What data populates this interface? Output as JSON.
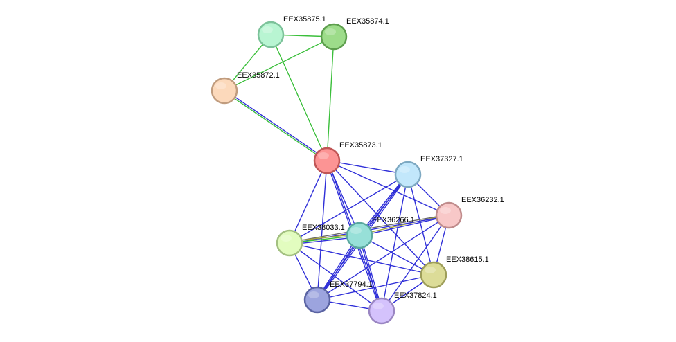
{
  "network": {
    "edge_colors": {
      "blue": "#2f2fd8",
      "green": "#3bbf3b",
      "olive": "#a4a43a",
      "gray": "#6a6a6a"
    },
    "nodes": [
      {
        "id": "EEX35875.1",
        "label": "EEX35875.1",
        "fill": "#b8f5d2",
        "stroke": "#7cc29a"
      },
      {
        "id": "EEX35874.1",
        "label": "EEX35874.1",
        "fill": "#9ddc8a",
        "stroke": "#5d9e4d"
      },
      {
        "id": "EEX35872.1",
        "label": "EEX35872.1",
        "fill": "#fcd9bb",
        "stroke": "#c09c7e"
      },
      {
        "id": "EEX35873.1",
        "label": "EEX35873.1",
        "fill": "#fc9494",
        "stroke": "#c05555"
      },
      {
        "id": "EEX37327.1",
        "label": "EEX37327.1",
        "fill": "#c2e7fb",
        "stroke": "#7ea9c2"
      },
      {
        "id": "EEX36232.1",
        "label": "EEX36232.1",
        "fill": "#f8c8c8",
        "stroke": "#c08c8c"
      },
      {
        "id": "EEX36266.1",
        "label": "EEX36266.1",
        "fill": "#97e0d8",
        "stroke": "#5aa89f"
      },
      {
        "id": "EEX38033.1",
        "label": "EEX38033.1",
        "fill": "#e2fcbf",
        "stroke": "#a3c081"
      },
      {
        "id": "EEX38615.1",
        "label": "EEX38615.1",
        "fill": "#dcdc98",
        "stroke": "#9e9e5a"
      },
      {
        "id": "EEX37794.1",
        "label": "EEX37794.1",
        "fill": "#9ca4de",
        "stroke": "#5a63a2"
      },
      {
        "id": "EEX37824.1",
        "label": "EEX37824.1",
        "fill": "#d4c2fc",
        "stroke": "#9a86c2"
      }
    ],
    "edges": [
      {
        "source": "EEX35875.1",
        "target": "EEX35874.1",
        "colors": [
          "green"
        ]
      },
      {
        "source": "EEX35875.1",
        "target": "EEX35872.1",
        "colors": [
          "green"
        ]
      },
      {
        "source": "EEX35875.1",
        "target": "EEX35873.1",
        "colors": [
          "green"
        ]
      },
      {
        "source": "EEX35874.1",
        "target": "EEX35872.1",
        "colors": [
          "green"
        ]
      },
      {
        "source": "EEX35874.1",
        "target": "EEX35873.1",
        "colors": [
          "green"
        ]
      },
      {
        "source": "EEX35872.1",
        "target": "EEX35873.1",
        "colors": [
          "blue",
          "green"
        ]
      },
      {
        "source": "EEX35873.1",
        "target": "EEX37327.1",
        "colors": [
          "blue"
        ]
      },
      {
        "source": "EEX35873.1",
        "target": "EEX36232.1",
        "colors": [
          "blue"
        ]
      },
      {
        "source": "EEX35873.1",
        "target": "EEX36266.1",
        "colors": [
          "blue"
        ]
      },
      {
        "source": "EEX35873.1",
        "target": "EEX38033.1",
        "colors": [
          "blue"
        ]
      },
      {
        "source": "EEX35873.1",
        "target": "EEX38615.1",
        "colors": [
          "blue"
        ]
      },
      {
        "source": "EEX35873.1",
        "target": "EEX37794.1",
        "colors": [
          "blue"
        ]
      },
      {
        "source": "EEX35873.1",
        "target": "EEX37824.1",
        "colors": [
          "blue",
          "blue"
        ]
      },
      {
        "source": "EEX37327.1",
        "target": "EEX36232.1",
        "colors": [
          "blue"
        ]
      },
      {
        "source": "EEX37327.1",
        "target": "EEX36266.1",
        "colors": [
          "blue",
          "blue"
        ]
      },
      {
        "source": "EEX37327.1",
        "target": "EEX38033.1",
        "colors": [
          "blue"
        ]
      },
      {
        "source": "EEX37327.1",
        "target": "EEX38615.1",
        "colors": [
          "blue"
        ]
      },
      {
        "source": "EEX37327.1",
        "target": "EEX37794.1",
        "colors": [
          "blue",
          "blue"
        ]
      },
      {
        "source": "EEX37327.1",
        "target": "EEX37824.1",
        "colors": [
          "blue"
        ]
      },
      {
        "source": "EEX36232.1",
        "target": "EEX36266.1",
        "colors": [
          "blue",
          "olive"
        ]
      },
      {
        "source": "EEX36232.1",
        "target": "EEX38033.1",
        "colors": [
          "blue",
          "gray"
        ]
      },
      {
        "source": "EEX36232.1",
        "target": "EEX38615.1",
        "colors": [
          "blue"
        ]
      },
      {
        "source": "EEX36232.1",
        "target": "EEX37794.1",
        "colors": [
          "blue"
        ]
      },
      {
        "source": "EEX36232.1",
        "target": "EEX37824.1",
        "colors": [
          "blue"
        ]
      },
      {
        "source": "EEX36266.1",
        "target": "EEX38033.1",
        "colors": [
          "blue",
          "green",
          "olive"
        ]
      },
      {
        "source": "EEX36266.1",
        "target": "EEX38615.1",
        "colors": [
          "blue"
        ]
      },
      {
        "source": "EEX36266.1",
        "target": "EEX37794.1",
        "colors": [
          "blue",
          "blue"
        ]
      },
      {
        "source": "EEX36266.1",
        "target": "EEX37824.1",
        "colors": [
          "blue",
          "blue"
        ]
      },
      {
        "source": "EEX38033.1",
        "target": "EEX38615.1",
        "colors": [
          "blue"
        ]
      },
      {
        "source": "EEX38033.1",
        "target": "EEX37794.1",
        "colors": [
          "blue"
        ]
      },
      {
        "source": "EEX38033.1",
        "target": "EEX37824.1",
        "colors": [
          "blue"
        ]
      },
      {
        "source": "EEX38615.1",
        "target": "EEX37794.1",
        "colors": [
          "blue"
        ]
      },
      {
        "source": "EEX38615.1",
        "target": "EEX37824.1",
        "colors": [
          "blue"
        ]
      },
      {
        "source": "EEX37794.1",
        "target": "EEX37824.1",
        "colors": [
          "blue"
        ]
      }
    ]
  }
}
